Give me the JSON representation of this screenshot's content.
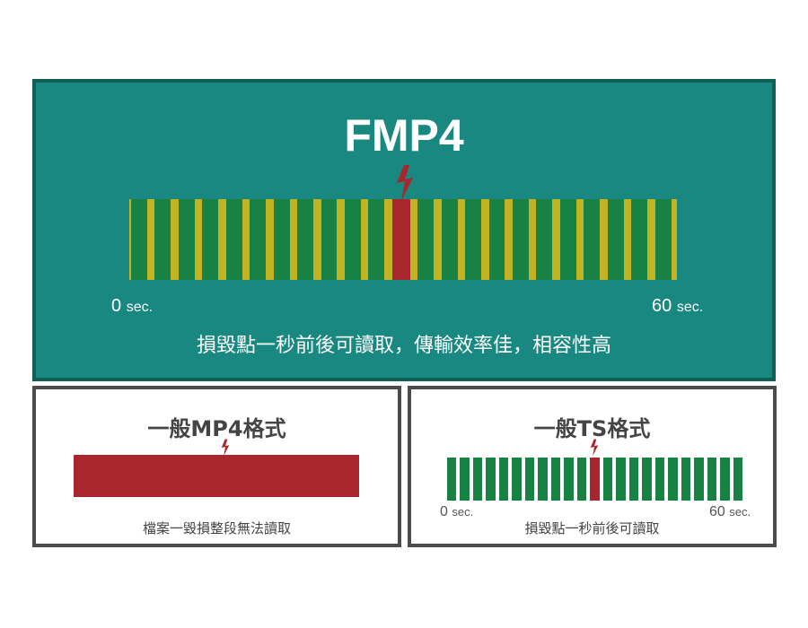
{
  "colors": {
    "teal": "#198880",
    "green": "#178244",
    "yellow": "#c2b324",
    "red": "#a8262c",
    "gray": "#4b4b4b"
  },
  "fmp4": {
    "title": "FMP4",
    "axis_start": "0",
    "axis_end": "60",
    "unit": "sec.",
    "description": "損毀點一秒前後可讀取，傳輸效率佳，相容性高",
    "segments": 23,
    "damaged_index": 11
  },
  "mp4": {
    "title": "一般MP4格式",
    "description": "檔案一毀損整段無法讀取"
  },
  "ts": {
    "title": "一般TS格式",
    "axis_start": "0",
    "axis_end": "60",
    "unit": "sec.",
    "description": "損毀點一秒前後可讀取",
    "segments": 23,
    "damaged_index": 11
  }
}
